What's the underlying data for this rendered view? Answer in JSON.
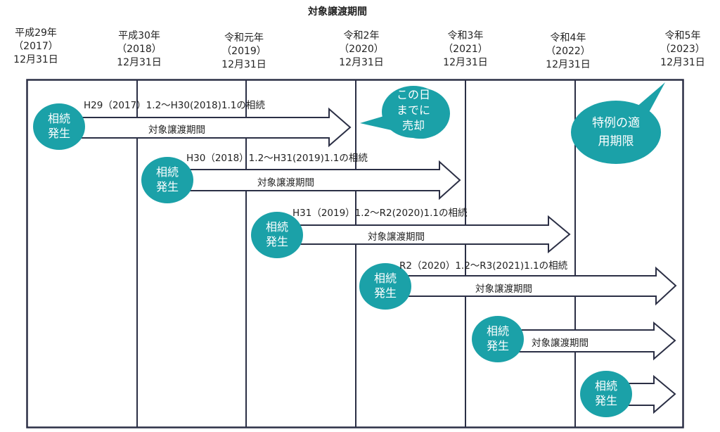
{
  "title": "対象譲渡期間",
  "colors": {
    "teal": "#1ba1a8",
    "line": "#2b2f45"
  },
  "dates": [
    {
      "era": "平成29年",
      "year": "（2017）",
      "day": "12月31日"
    },
    {
      "era": "平成30年",
      "year": "（2018）",
      "day": "12月31日"
    },
    {
      "era": "令和元年",
      "year": "（2019）",
      "day": "12月31日"
    },
    {
      "era": "令和2年",
      "year": "（2020）",
      "day": "12月31日"
    },
    {
      "era": "令和3年",
      "year": "（2021）",
      "day": "12月31日"
    },
    {
      "era": "令和4年",
      "year": "（2022）",
      "day": "12月31日"
    },
    {
      "era": "令和5年",
      "year": "（2023）",
      "day": "12月31日"
    }
  ],
  "rows": [
    {
      "period": "H29（2017）1.2～H30(2018)1.1の相続",
      "badge1": "相続",
      "badge2": "発生",
      "arrow_label": "対象譲渡期間"
    },
    {
      "period": "H30（2018）1.2～H31(2019)1.1の相続",
      "badge1": "相続",
      "badge2": "発生",
      "arrow_label": "対象譲渡期間"
    },
    {
      "period": "H31（2019）1.2～R2(2020)1.1の相続",
      "badge1": "相続",
      "badge2": "発生",
      "arrow_label": "対象譲渡期間"
    },
    {
      "period": "R2（2020）1.2～R3(2021)1.1の相続",
      "badge1": "相続",
      "badge2": "発生",
      "arrow_label": "対象譲渡期間"
    },
    {
      "period": "",
      "badge1": "相続",
      "badge2": "発生",
      "arrow_label": "対象譲渡期間"
    },
    {
      "period": "",
      "badge1": "相続",
      "badge2": "発生",
      "arrow_label": ""
    }
  ],
  "callouts": {
    "sell_by": {
      "line1": "この日",
      "line2": "までに",
      "line3": "売却"
    },
    "deadline": {
      "line1": "特例の適",
      "line2": "用期限"
    }
  }
}
